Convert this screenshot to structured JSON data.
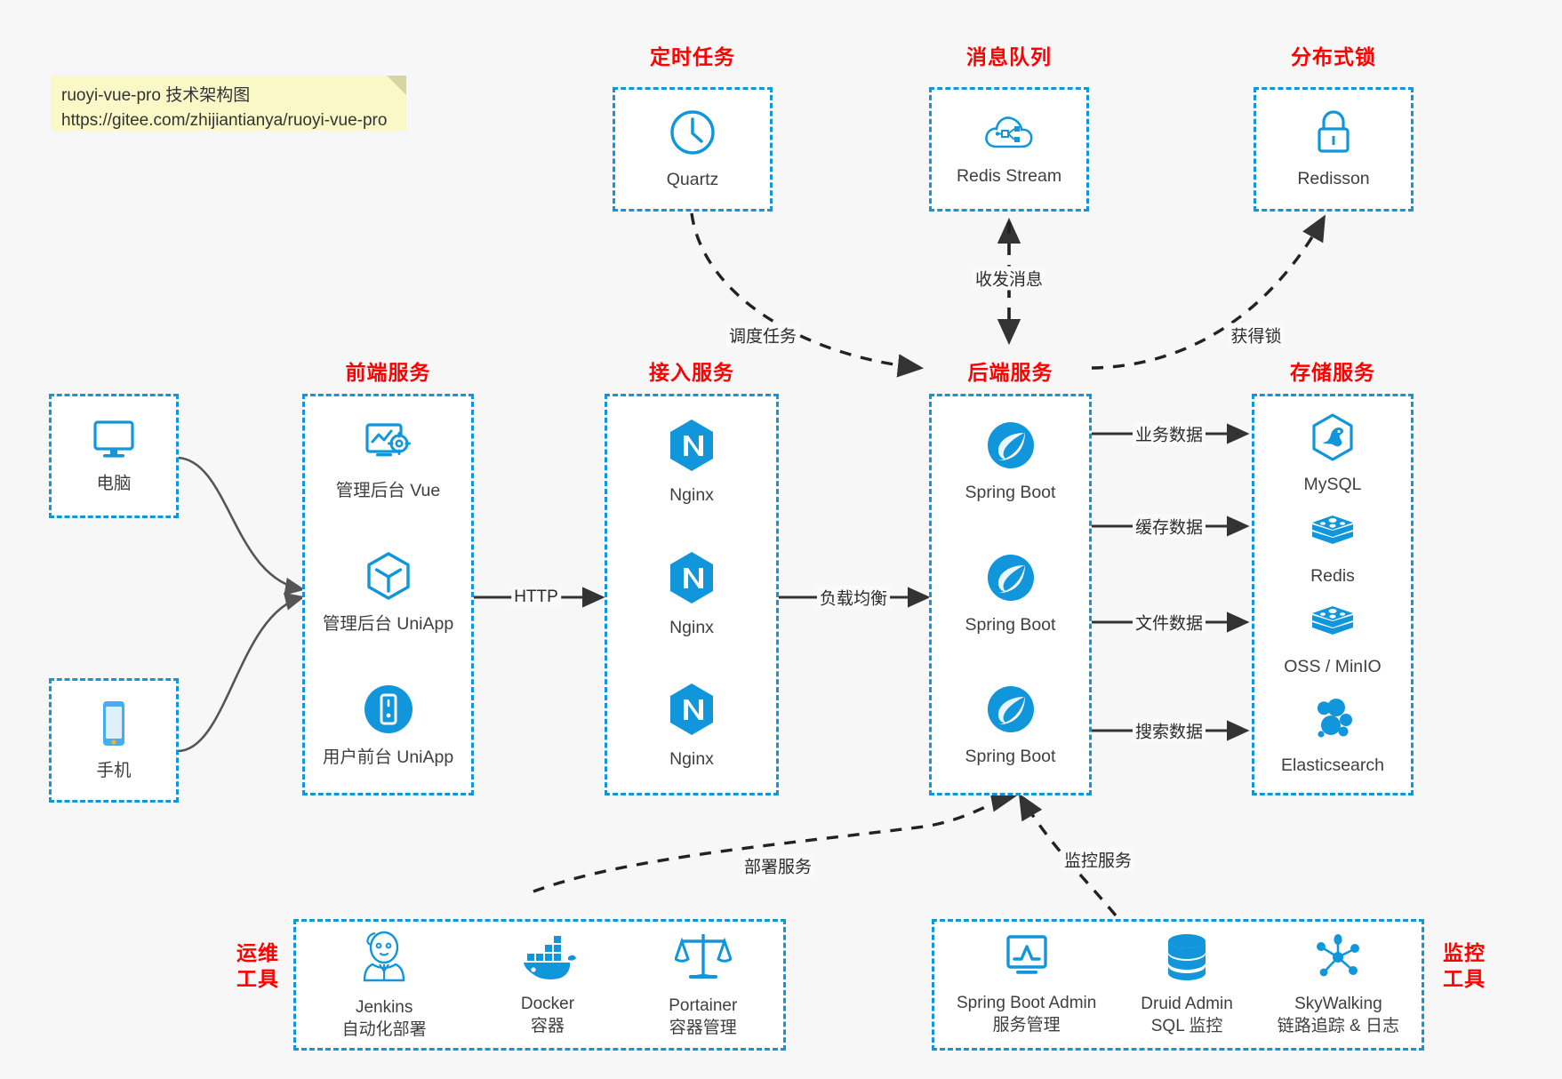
{
  "note": {
    "line1": "ruoyi-vue-pro 技术架构图",
    "line2": "https://gitee.com/zhijiantianya/ruoyi-vue-pro"
  },
  "groups": {
    "scheduler": {
      "title": "定时任务",
      "nodes": [
        {
          "label": "Quartz",
          "icon": "clock-icon"
        }
      ]
    },
    "mq": {
      "title": "消息队列",
      "nodes": [
        {
          "label": "Redis Stream",
          "icon": "cloud-network-icon"
        }
      ]
    },
    "lock": {
      "title": "分布式锁",
      "nodes": [
        {
          "label": "Redisson",
          "icon": "padlock-icon"
        }
      ]
    },
    "client_pc": {
      "title": "",
      "nodes": [
        {
          "label": "电脑",
          "icon": "desktop-monitor-icon"
        }
      ]
    },
    "client_mob": {
      "title": "",
      "nodes": [
        {
          "label": "手机",
          "icon": "mobile-phone-icon"
        }
      ]
    },
    "frontend": {
      "title": "前端服务",
      "nodes": [
        {
          "label": "管理后台 Vue",
          "icon": "monitor-gear-icon"
        },
        {
          "label": "管理后台 UniApp",
          "icon": "hexagon-cube-icon"
        },
        {
          "label": "用户前台 UniApp",
          "icon": "phone-circle-icon"
        }
      ]
    },
    "gateway": {
      "title": "接入服务",
      "nodes": [
        {
          "label": "Nginx",
          "icon": "nginx-icon"
        },
        {
          "label": "Nginx",
          "icon": "nginx-icon"
        },
        {
          "label": "Nginx",
          "icon": "nginx-icon"
        }
      ]
    },
    "backend": {
      "title": "后端服务",
      "nodes": [
        {
          "label": "Spring Boot",
          "icon": "spring-boot-icon"
        },
        {
          "label": "Spring Boot",
          "icon": "spring-boot-icon"
        },
        {
          "label": "Spring Boot",
          "icon": "spring-boot-icon"
        }
      ]
    },
    "storage": {
      "title": "存储服务",
      "nodes": [
        {
          "label": "MySQL",
          "icon": "mysql-icon"
        },
        {
          "label": "Redis",
          "icon": "redis-icon"
        },
        {
          "label": "OSS / MinIO",
          "icon": "minio-icon"
        },
        {
          "label": "Elasticsearch",
          "icon": "elasticsearch-icon"
        }
      ]
    },
    "devops": {
      "title": "运维\n工具",
      "nodes": [
        {
          "label": "Jenkins\n自动化部署",
          "icon": "jenkins-icon"
        },
        {
          "label": "Docker\n容器",
          "icon": "docker-whale-icon"
        },
        {
          "label": "Portainer\n容器管理",
          "icon": "scales-icon"
        }
      ]
    },
    "monitoring": {
      "title": "监控\n工具",
      "nodes": [
        {
          "label": "Spring Boot Admin\n服务管理",
          "icon": "monitor-chart-icon"
        },
        {
          "label": "Druid Admin\nSQL 监控",
          "icon": "database-cylinder-icon"
        },
        {
          "label": "SkyWalking\n链路追踪 & 日志",
          "icon": "skywalking-icon"
        }
      ]
    }
  },
  "edges": {
    "http": "HTTP",
    "load_balance": "负载均衡",
    "schedule_task": "调度任务",
    "send_receive_message": "收发消息",
    "acquire_lock": "获得锁",
    "business_data": "业务数据",
    "cache_data": "缓存数据",
    "file_data": "文件数据",
    "search_data": "搜索数据",
    "deploy_service": "部署服务",
    "monitor_service": "监控服务"
  },
  "colors": {
    "accent_blue": "#1296db",
    "title_red": "#ff0000",
    "background": "#f7f7f7",
    "note_yellow": "#fbf8c8",
    "wire_gray": "#4a4a4a"
  }
}
